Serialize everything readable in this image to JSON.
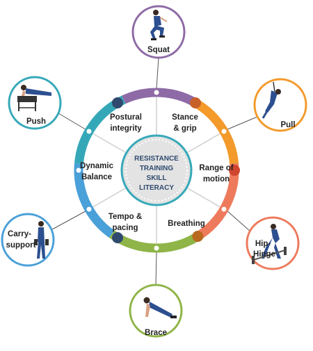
{
  "center": {
    "lines": [
      "RESISTANCE",
      "TRAINING",
      "SKILL",
      "LITERACY"
    ]
  },
  "inner_labels": [
    {
      "lines": [
        "Stance",
        "& grip"
      ]
    },
    {
      "lines": [
        "Range  of",
        "motion"
      ]
    },
    {
      "lines": [
        "Breathing"
      ]
    },
    {
      "lines": [
        "Tempo &",
        "pacing"
      ]
    },
    {
      "lines": [
        "Dynamic",
        "Balance"
      ]
    },
    {
      "lines": [
        "Postural",
        "integrity"
      ]
    }
  ],
  "exercises": [
    {
      "lines": [
        "Squat"
      ],
      "ring_color": "#8e6aa6",
      "figure": "squatting-athlete"
    },
    {
      "lines": [
        "Pull"
      ],
      "ring_color": "#f39a2a",
      "figure": "suspension-row-athlete"
    },
    {
      "lines": [
        "Hip-",
        "Hinge"
      ],
      "ring_color": "#ee7a5c",
      "figure": "deadlift-athlete"
    },
    {
      "lines": [
        "Brace"
      ],
      "ring_color": "#8fb548",
      "figure": "plank-athlete"
    },
    {
      "lines": [
        "Carry-",
        "support"
      ],
      "ring_color": "#4aa0d8",
      "figure": "farmer-carry-athlete"
    },
    {
      "lines": [
        "Push"
      ],
      "ring_color": "#35a8b8",
      "figure": "box-pushup-athlete"
    }
  ],
  "colors": {
    "purple": "#8e6aa6",
    "orange": "#f39a2a",
    "coral": "#ee7a5c",
    "green": "#8fb548",
    "blue": "#4aa0d8",
    "teal": "#35a8b8",
    "navy": "#2f4a6e",
    "center_fill": "#e3e3e3",
    "spoke": "#cfcfcf"
  }
}
